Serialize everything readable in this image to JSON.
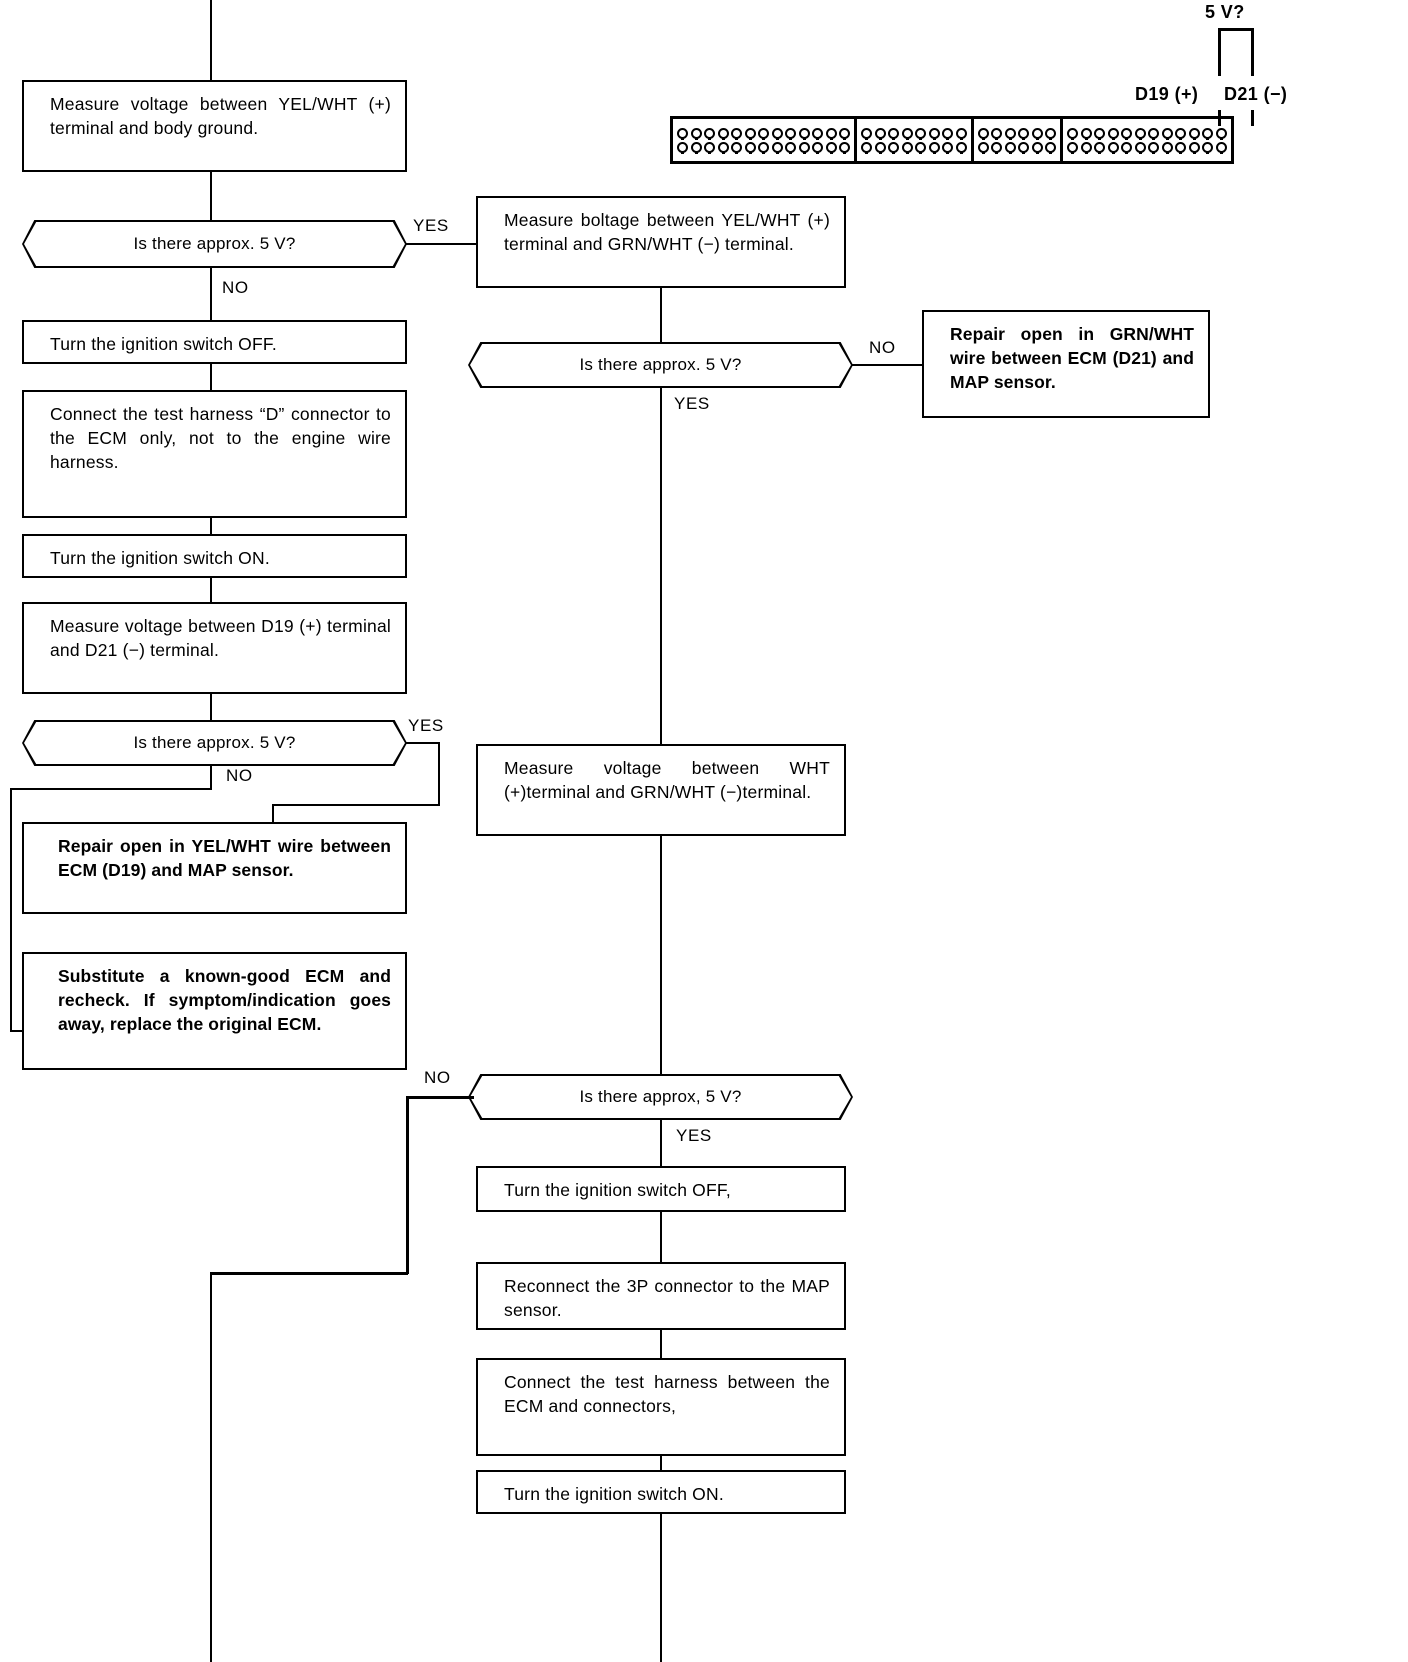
{
  "diagram": {
    "title": "MAP sensor circuit troubleshooting flowchart",
    "type": "flowchart",
    "edge_labels": {
      "yes": "YES",
      "no": "NO"
    }
  },
  "connector": {
    "voltage_label": "5 V?",
    "terminal_labels": {
      "positive": "D19 (+)",
      "negative": "D21 (−)"
    },
    "blocks": [
      {
        "pins_per_row": 13,
        "rows": 2
      },
      {
        "pins_per_row": 8,
        "rows": 2
      },
      {
        "pins_per_row": 6,
        "rows": 2
      },
      {
        "pins_per_row": 12,
        "rows": 2
      }
    ]
  },
  "nodes": {
    "left": {
      "b1": "Measure voltage between YEL/WHT (+) terminal and body ground.",
      "d1": "Is there approx. 5 V?",
      "b2": "Turn the ignition switch OFF.",
      "b3": "Connect the test harness “D” connector to the ECM only, not to the engine wire harness.",
      "b4": "Turn the ignition switch ON.",
      "b5": "Measure voltage between D19 (+) terminal and D21 (−) terminal.",
      "d2": "Is there approx. 5 V?",
      "b6": "Repair open in YEL/WHT wire between ECM (D19) and MAP sensor.",
      "b7": "Substitute a known-good ECM and recheck. If symptom/indication goes away, replace the original ECM."
    },
    "right": {
      "b8": "Measure boltage between YEL/WHT (+) terminal and GRN/WHT (−) terminal.",
      "d3": "Is there approx. 5 V?",
      "b9": "Repair open in GRN/WHT wire between ECM (D21) and MAP sensor.",
      "b10": "Measure voltage between WHT (+)terminal and GRN/WHT (−)terminal.",
      "d4": "Is there approx, 5 V?",
      "b11": "Turn the ignition switch OFF,",
      "b12": "Reconnect the 3P connector to the MAP sensor.",
      "b13": "Connect the test harness between the ECM and connectors,",
      "b14": "Turn the ignition switch ON."
    }
  },
  "labels": {
    "yes1": "YES",
    "no1": "NO",
    "no2": "NO",
    "yes2": "YES",
    "no3": "NO",
    "yes3": "YES",
    "no4": "NO",
    "yes4": "YES"
  }
}
